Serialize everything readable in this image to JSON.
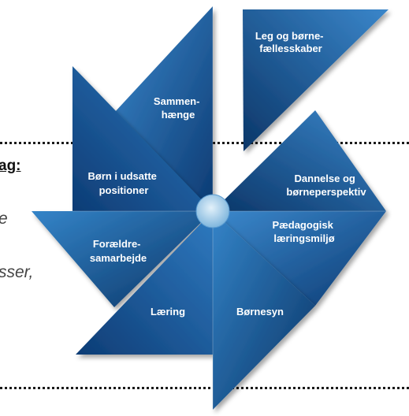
{
  "background_text": {
    "heading_fragment": "ag:",
    "line_1_fragment": "e",
    "line_2_fragment": "sser,"
  },
  "colors": {
    "blade_light": "#2f7ac0",
    "blade_dark": "#0e3e78",
    "hub": "#b9d9ef",
    "dotted_rule": "#1a1a1a"
  },
  "wheel": {
    "center_label": "",
    "blades": [
      {
        "id": "leg",
        "lines": [
          "Leg og børne-",
          "fællesskaber"
        ]
      },
      {
        "id": "sammenhaenge",
        "lines": [
          "Sammen-",
          "hænge"
        ]
      },
      {
        "id": "dannelse",
        "lines": [
          "Dannelse og",
          "børneperspektiv"
        ]
      },
      {
        "id": "born-udsatte",
        "lines": [
          "Børn i udsatte",
          "positioner"
        ]
      },
      {
        "id": "paedagogisk",
        "lines": [
          "Pædagogisk",
          "læringsmiljø"
        ]
      },
      {
        "id": "foraeldre",
        "lines": [
          "Forældre-",
          "samarbejde"
        ]
      },
      {
        "id": "laering",
        "lines": [
          "Læring"
        ]
      },
      {
        "id": "bornesyn",
        "lines": [
          "Børnesyn"
        ]
      }
    ]
  }
}
